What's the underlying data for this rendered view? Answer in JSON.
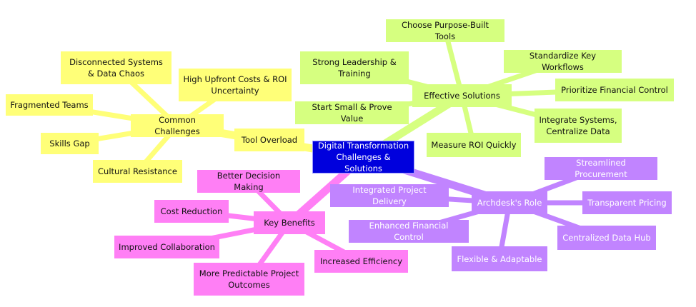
{
  "root": {
    "label": "Digital Transformation Challenges & Solutions",
    "color": "#0000dd"
  },
  "branches": {
    "challenges": {
      "label": "Common Challenges",
      "color": "#ffff78",
      "children": [
        "Disconnected Systems & Data Chaos",
        "High Upfront Costs & ROI Uncertainty",
        "Fragmented Teams",
        "Skills Gap",
        "Cultural Resistance",
        "Tool Overload"
      ]
    },
    "solutions": {
      "label": "Effective Solutions",
      "color": "#d6ff80",
      "children": [
        "Choose Purpose-Built Tools",
        "Strong Leadership & Training",
        "Standardize Key Workflows",
        "Prioritize Financial Control",
        "Start Small & Prove Value",
        "Integrate Systems, Centralize Data",
        "Measure ROI Quickly"
      ]
    },
    "archdesk": {
      "label": "Archdesk's Role",
      "color": "#c184ff",
      "children": [
        "Streamlined Procurement",
        "Integrated Project Delivery",
        "Transparent Pricing",
        "Enhanced Financial Control",
        "Centralized Data Hub",
        "Flexible & Adaptable"
      ]
    },
    "benefits": {
      "label": "Key Benefits",
      "color": "#ff7ff5",
      "children": [
        "Better Decision Making",
        "Cost Reduction",
        "Improved Collaboration",
        "Increased Efficiency",
        "More Predictable Project Outcomes"
      ]
    }
  }
}
